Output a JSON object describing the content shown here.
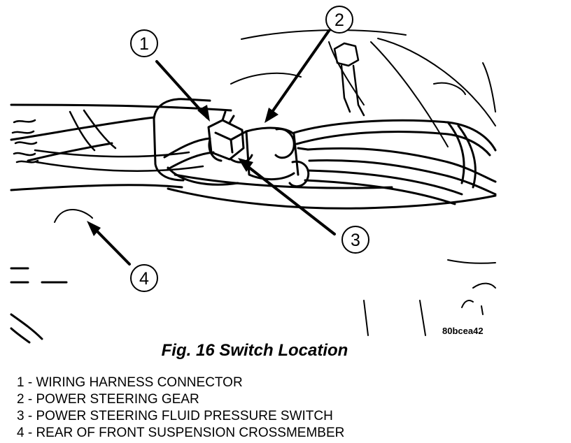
{
  "figure": {
    "callouts": [
      {
        "number": "1"
      },
      {
        "number": "2"
      },
      {
        "number": "3"
      },
      {
        "number": "4"
      }
    ],
    "image_code": "80bcea42",
    "caption": "Fig. 16 Switch Location"
  },
  "legend": [
    "1 - WIRING HARNESS CONNECTOR",
    "2 - POWER STEERING GEAR",
    "3 - POWER STEERING FLUID PRESSURE SWITCH",
    "4 - REAR OF FRONT SUSPENSION CROSSMEMBER"
  ]
}
